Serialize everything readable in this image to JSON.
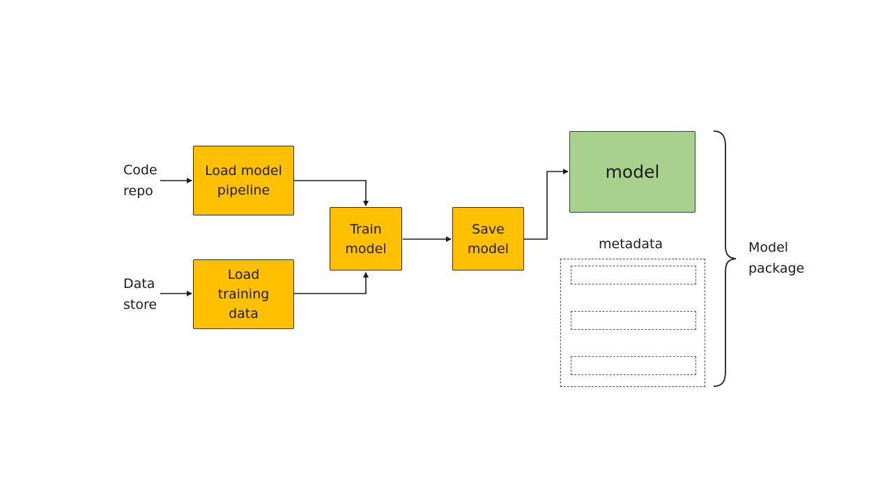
{
  "inputs": {
    "code_repo": "Code\nrepo",
    "data_store": "Data\nstore"
  },
  "steps": {
    "load_model_pipeline": "Load model\npipeline",
    "load_training_data": "Load\ntraining\ndata",
    "train_model": "Train\nmodel",
    "save_model": "Save\nmodel"
  },
  "package": {
    "model": "model",
    "metadata_label": "metadata",
    "label": "Model\npackage"
  },
  "colors": {
    "step_fill": "#ffc000",
    "model_fill": "#a9d18e",
    "stroke": "#1c1c1c"
  }
}
